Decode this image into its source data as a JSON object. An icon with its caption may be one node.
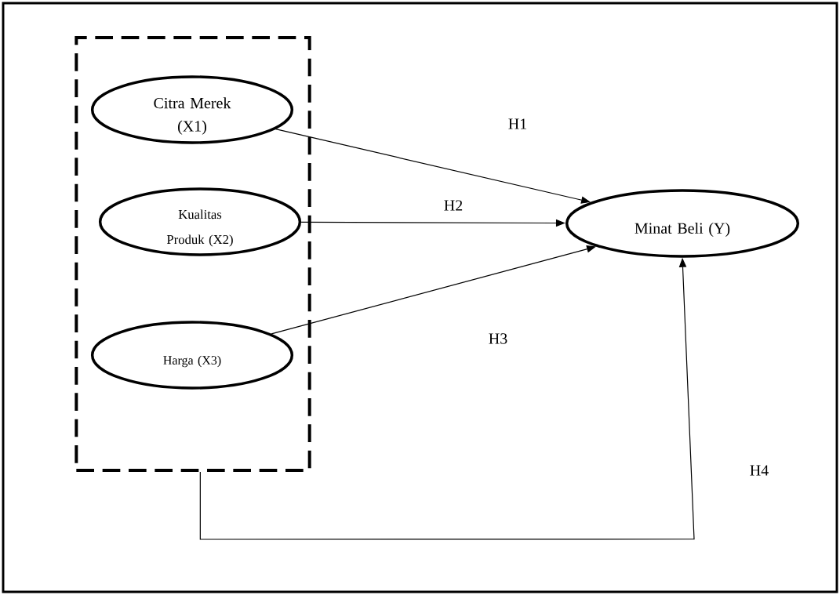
{
  "diagram": {
    "nodes": [
      {
        "text": [],
        "shape": "box"
      },
      {
        "text": [
          "Citra Merek (X1)"
        ],
        "in": 0
      },
      {
        "text": [
          "Kualitas Produk (X2)"
        ],
        "in": 0
      },
      {
        "text": [
          "Harga (X3)"
        ],
        "in": 0
      },
      {
        "text": [
          "Minat Beli (Y)"
        ]
      }
    ],
    "edges": [
      {
        "from": 1,
        "to": 4,
        "arrow": "to",
        "label": "H1"
      },
      {
        "from": 2,
        "to": 4,
        "arrow": "to",
        "label": "H2"
      },
      {
        "from": 3,
        "to": 4,
        "arrow": "to",
        "label": "H3"
      },
      {
        "from": 0,
        "to": 4,
        "arrow": "to",
        "label": "H4"
      }
    ]
  }
}
